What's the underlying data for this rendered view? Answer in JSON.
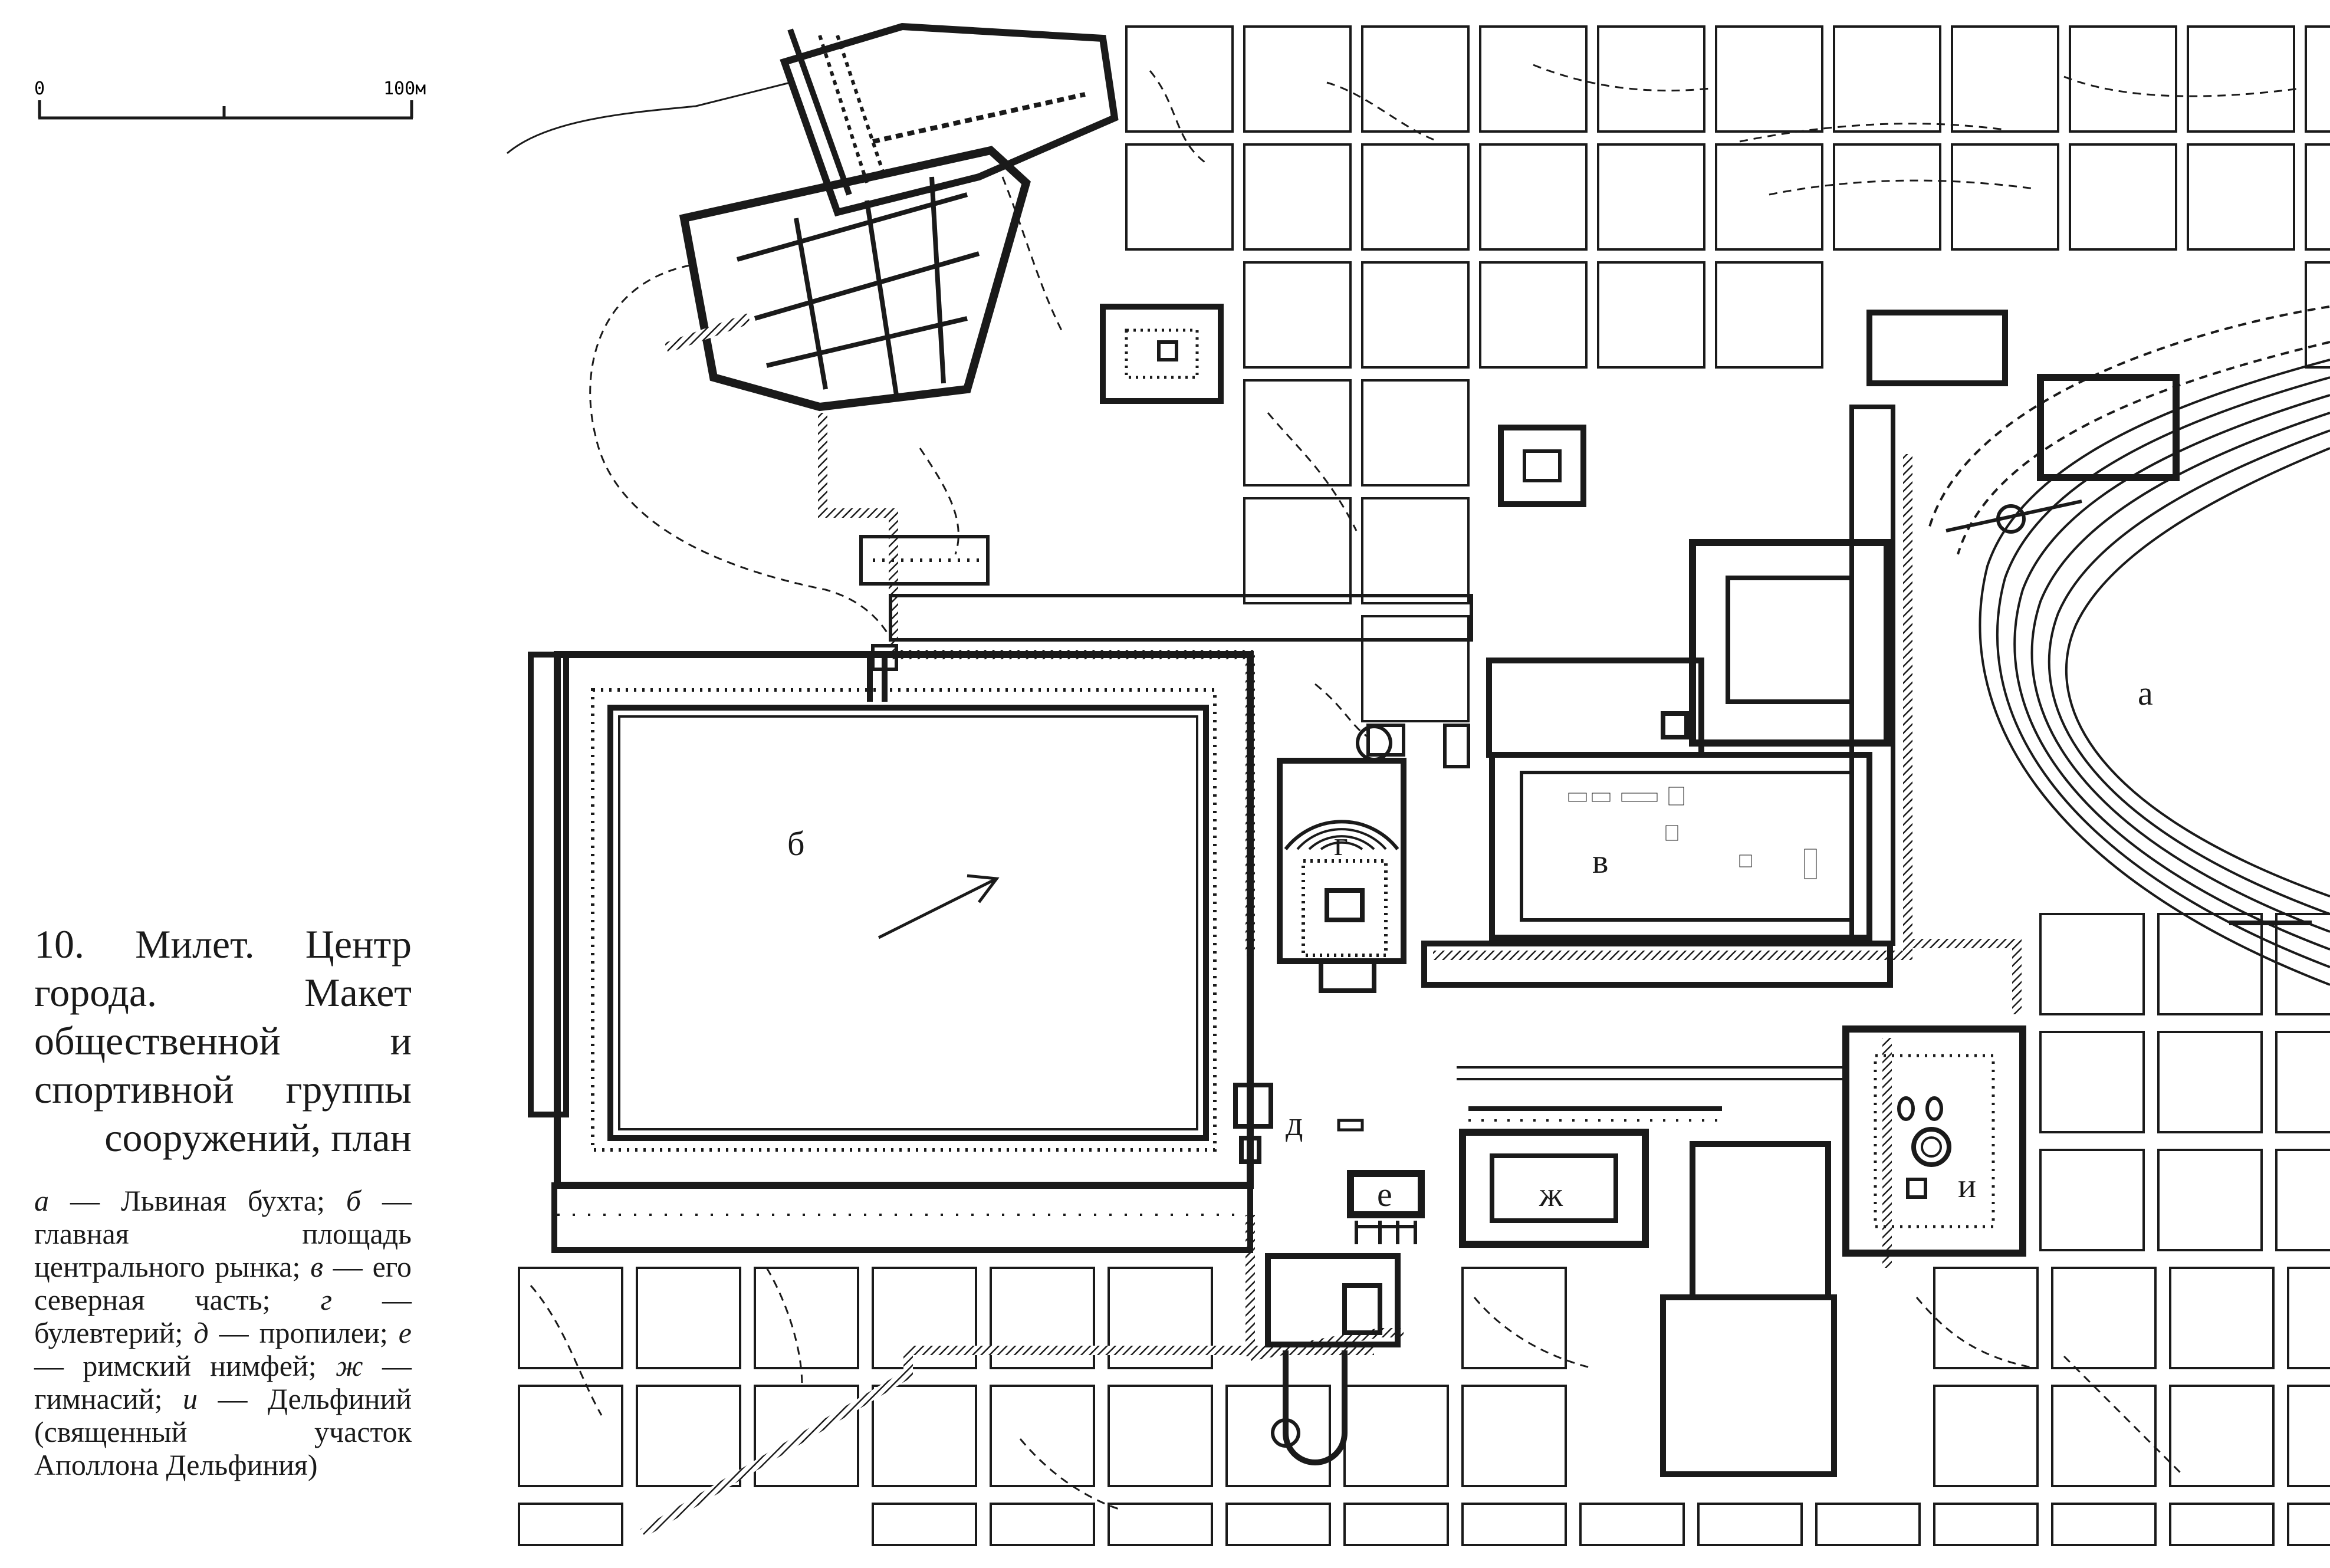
{
  "figure": {
    "number": "10.",
    "title": "Милет. Центр города. Макет общественной и спортивной группы сооружений, план"
  },
  "scale_bar": {
    "start_label": "0",
    "end_label": "100м"
  },
  "map_labels": {
    "a": "а",
    "b": "б",
    "v": "в",
    "g": "г",
    "d": "д",
    "e": "е",
    "zh": "ж",
    "i": "и"
  },
  "legend": [
    {
      "letter": "а",
      "text": "— Львиная бухта;"
    },
    {
      "letter": "б",
      "text": "— главная площадь центрального рынка;"
    },
    {
      "letter": "в",
      "text": "— его северная часть;"
    },
    {
      "letter": "г",
      "text": "— булевтерий;"
    },
    {
      "letter": "д",
      "text": "— пропилеи;"
    },
    {
      "letter": "е",
      "text": "— римский нимфей;"
    },
    {
      "letter": "ж",
      "text": "— гимнасий;"
    },
    {
      "letter": "и",
      "text": "— Дельфиний (священный участок Аполлона Дельфиния)"
    }
  ],
  "colors": {
    "ink": "#1a1a1a",
    "paper": "#ffffff"
  }
}
